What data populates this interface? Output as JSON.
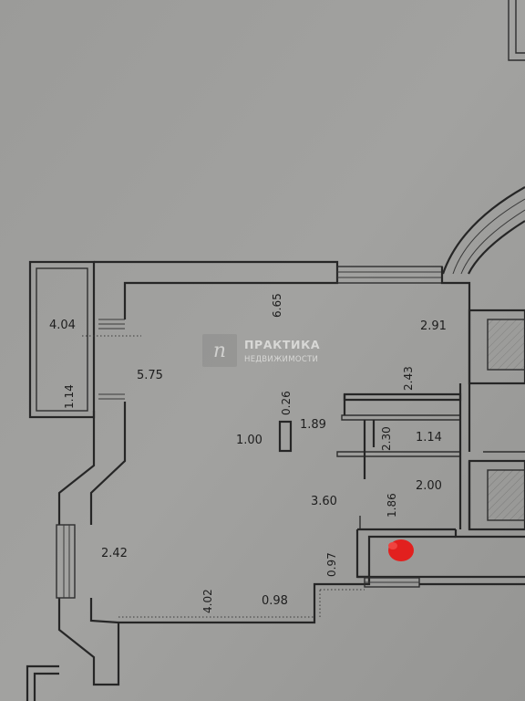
{
  "dimensions": {
    "balcony_width": "4.04",
    "balcony_depth": "1.14",
    "room_length_top": "6.65",
    "room_width_left": "5.75",
    "top_right": "2.91",
    "corridor_length": "2.43",
    "column_height": "0.26",
    "column_width": "1.00",
    "bath_width": "1.89",
    "bath_depth": "2.30",
    "toilet_width": "1.14",
    "hall_width": "2.00",
    "hall_lower": "3.60",
    "hall_depth": "1.86",
    "entry_depth": "0.97",
    "bay_window": "2.42",
    "bottom_length": "4.02",
    "bottom_step": "0.98"
  },
  "watermark": {
    "title": "ПРАКТИКА",
    "subtitle": "НЕДВИЖИМОСТИ"
  },
  "colors": {
    "paper": "#9a9a98",
    "ink": "#262626",
    "red_mark": "#e2201e"
  }
}
